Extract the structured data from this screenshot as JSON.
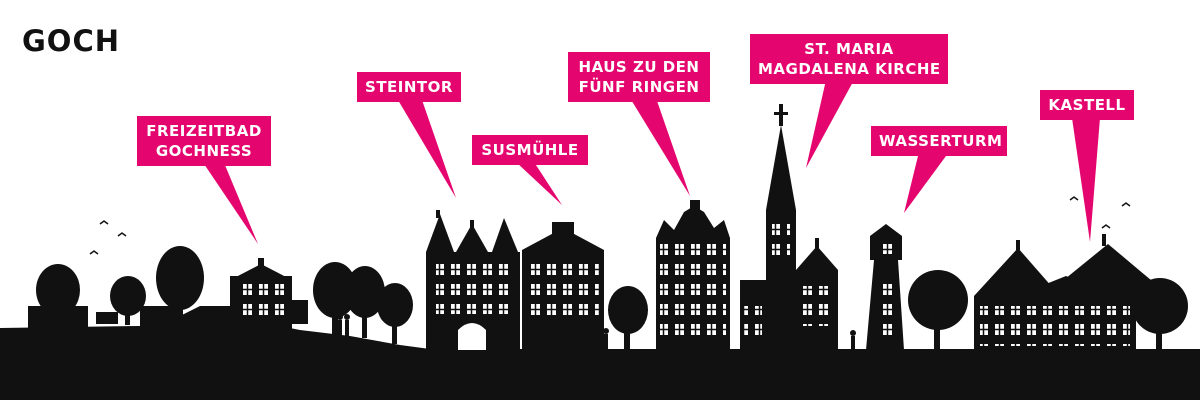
{
  "title": "GOCH",
  "colors": {
    "accent": "#e4066e",
    "silhouette": "#111111",
    "background": "#ffffff"
  },
  "labels": [
    {
      "id": "freizeitbad",
      "lines": [
        "FREIZEITBAD",
        "GOCHNESS"
      ]
    },
    {
      "id": "steintor",
      "lines": [
        "STEINTOR"
      ]
    },
    {
      "id": "susmuehle",
      "lines": [
        "SUSMÜHLE"
      ]
    },
    {
      "id": "haus",
      "lines": [
        "HAUS ZU DEN",
        "FÜNF RINGEN"
      ]
    },
    {
      "id": "stmaria",
      "lines": [
        "ST. MARIA",
        "MAGDALENA KIRCHE"
      ]
    },
    {
      "id": "wasserturm",
      "lines": [
        "WASSERTURM"
      ]
    },
    {
      "id": "kastell",
      "lines": [
        "KASTELL"
      ]
    }
  ]
}
